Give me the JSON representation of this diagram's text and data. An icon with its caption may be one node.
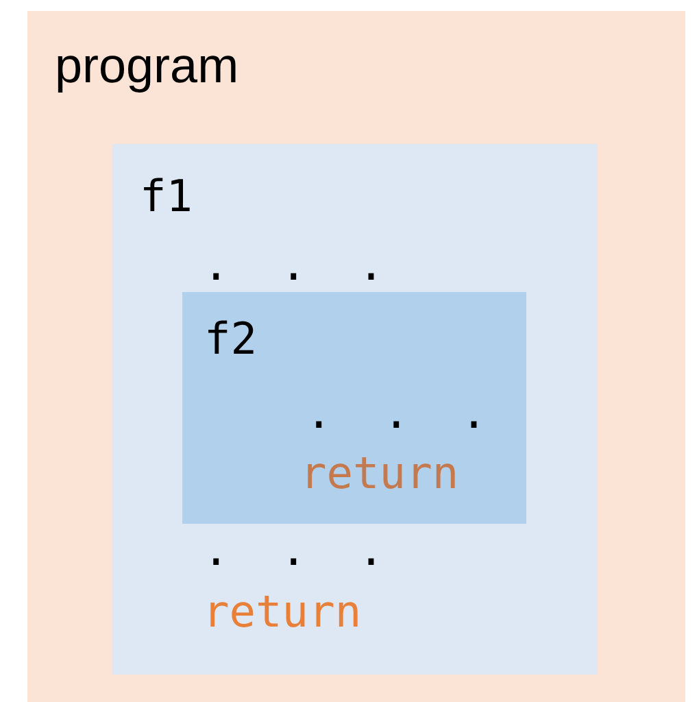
{
  "diagram": {
    "nodes": [
      {
        "text": [
          "program"
        ]
      },
      {
        "text": [
          "f1",
          ". . .",
          ". . .",
          "return"
        ],
        "in": 0
      },
      {
        "text": [
          "f2",
          ". . .",
          "return"
        ],
        "in": 1
      }
    ]
  }
}
